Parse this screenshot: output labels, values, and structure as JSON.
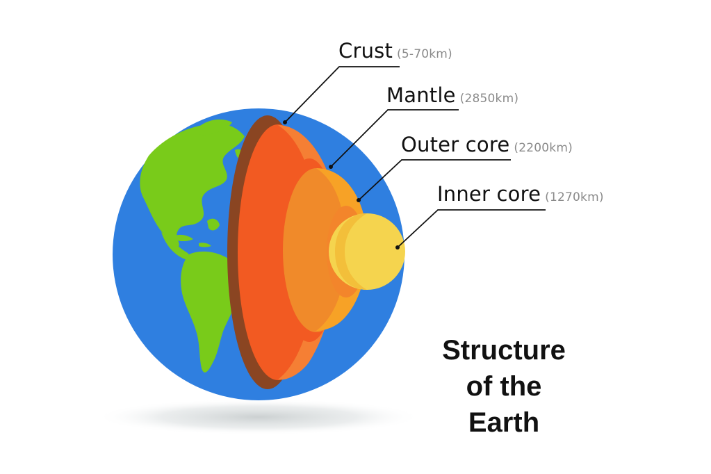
{
  "title": {
    "line1": "Structure",
    "line2": "of the",
    "line3": "Earth"
  },
  "layers": [
    {
      "name": "Crust",
      "thickness": "(5-70km)",
      "color": "#8a4522"
    },
    {
      "name": "Mantle",
      "thickness": "(2850km)",
      "color": "#f3742c"
    },
    {
      "name": "Outer core",
      "thickness": "(2200km)",
      "color": "#f7a226"
    },
    {
      "name": "Inner core",
      "thickness": "(1270km)",
      "color": "#f5d44e"
    }
  ],
  "colors": {
    "ocean": "#2f7fe0",
    "land": "#79cb1a",
    "crust_edge": "#8a4522",
    "mantle_face": "#f25a22",
    "mantle_inner": "#f57f34",
    "outer_core": "#f7a226",
    "inner_core": "#f5d44e",
    "leader_line": "#111111",
    "shadow": "#d7dbdc"
  }
}
